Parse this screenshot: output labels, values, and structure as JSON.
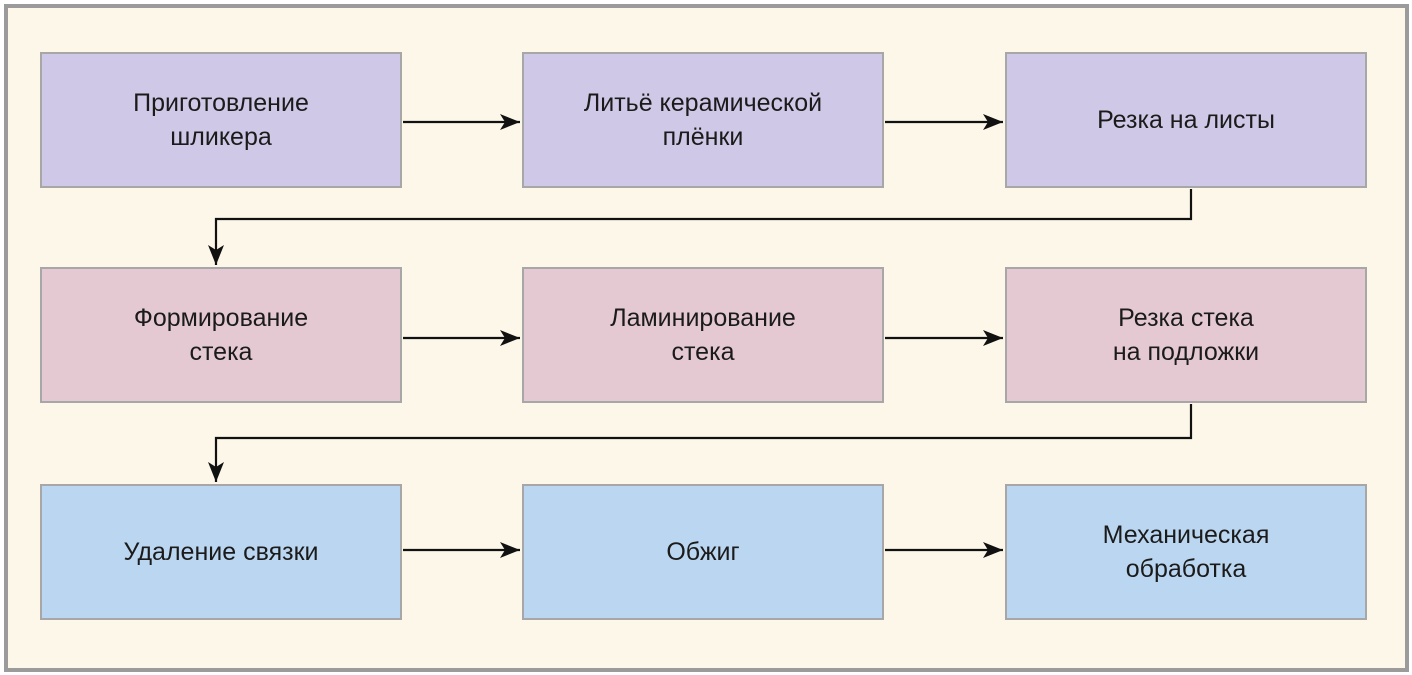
{
  "diagram": {
    "rows": [
      {
        "color": "#cfc8e6",
        "steps": [
          {
            "label": "Приготовление\nшликера"
          },
          {
            "label": "Литьё керамической\nплёнки"
          },
          {
            "label": "Резка на листы"
          }
        ]
      },
      {
        "color": "#e4c9d2",
        "steps": [
          {
            "label": "Формирование\nстека"
          },
          {
            "label": "Ламинирование\nстека"
          },
          {
            "label": "Резка стека\nна подложки"
          }
        ]
      },
      {
        "color": "#bbd6f0",
        "steps": [
          {
            "label": "Удаление связки"
          },
          {
            "label": "Обжиг"
          },
          {
            "label": "Механическая\nобработка"
          }
        ]
      }
    ],
    "arrow_color": "#111111",
    "border_color": "#9b9b9b",
    "background_color": "#fdf7e9"
  }
}
